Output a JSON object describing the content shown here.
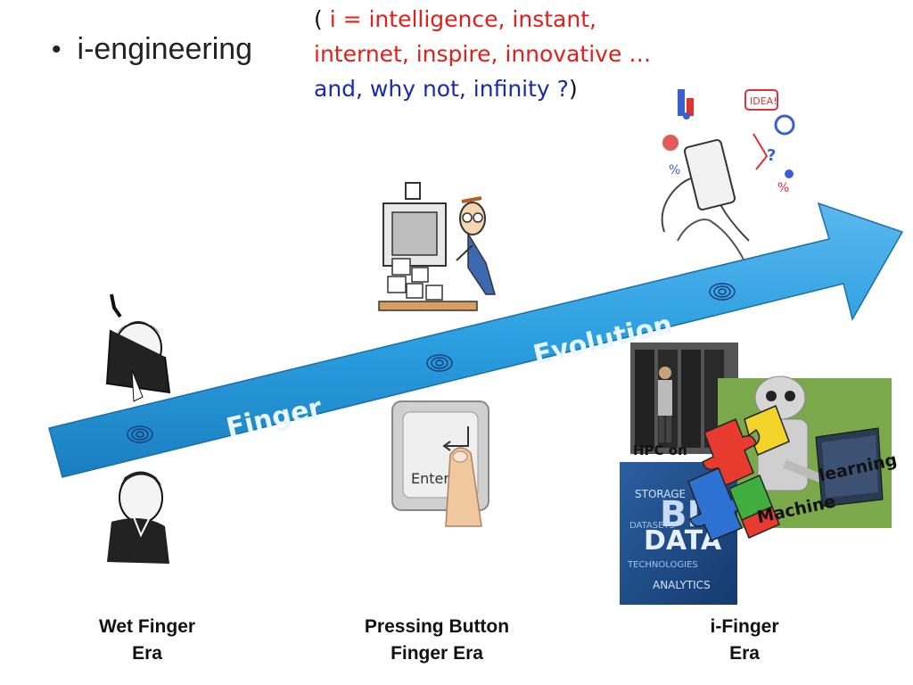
{
  "slide": {
    "bullet": "i-engineering",
    "subtitle_line1_open": "( ",
    "subtitle_line1_red": "i = intelligence, instant,",
    "subtitle_line2_red": "internet, inspire, innovative …",
    "subtitle_line3_blue": "and, why not,  infinity ?",
    "subtitle_line3_close": ")"
  },
  "arrow": {
    "label_left": "Finger",
    "label_right": "Evolution",
    "color": "#2b9fe0"
  },
  "images": {
    "enter_key": "Enter",
    "hpc": "HPC on",
    "learning": "learning",
    "machine": "Machine",
    "bigdata_big": "BIG",
    "bigdata_data": "DATA",
    "bigdata_words": [
      "STORAGE",
      "DATASETS",
      "TECHNOLOGIES",
      "ANALYTICS"
    ],
    "idea": "IDEA!"
  },
  "eras": [
    {
      "line1": "Wet Finger",
      "line2": "Era"
    },
    {
      "line1": "Pressing Button",
      "line2": "Finger Era"
    },
    {
      "line1": "i-Finger",
      "line2": "Era"
    }
  ]
}
